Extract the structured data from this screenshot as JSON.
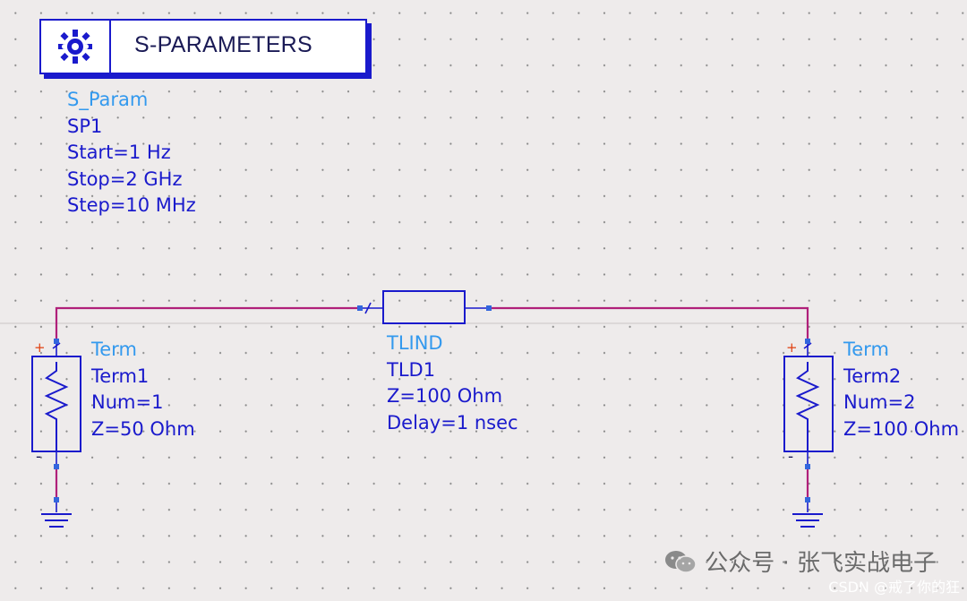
{
  "sparam": {
    "title": "S-PARAMETERS",
    "type": "S_Param",
    "instance": "SP1",
    "start": "Start=1 Hz",
    "stop": "Stop=2 GHz",
    "step": "Step=10 MHz"
  },
  "tline": {
    "type": "TLIND",
    "instance": "TLD1",
    "z": "Z=100 Ohm",
    "delay": "Delay=1 nsec"
  },
  "term1": {
    "type": "Term",
    "instance": "Term1",
    "num": "Num=1",
    "z": "Z=50 Ohm",
    "plus": "+",
    "minus": "-"
  },
  "term2": {
    "type": "Term",
    "instance": "Term2",
    "num": "Num=2",
    "z": "Z=100 Ohm",
    "plus": "+",
    "minus": "-"
  },
  "watermark": {
    "text": "公众号 · 张飞实战电子",
    "credit": "CSDN @戒了你的狂"
  },
  "colors": {
    "wire": "#b0207a",
    "component": "#1a1acc",
    "pin": "#3366dd",
    "label_type": "#3399ee",
    "label_instance": "#1a1acc"
  },
  "icons": {
    "sparam": "gear-cluster-icon",
    "ground": "ground-icon",
    "resistor": "resistor-zigzag-icon"
  }
}
